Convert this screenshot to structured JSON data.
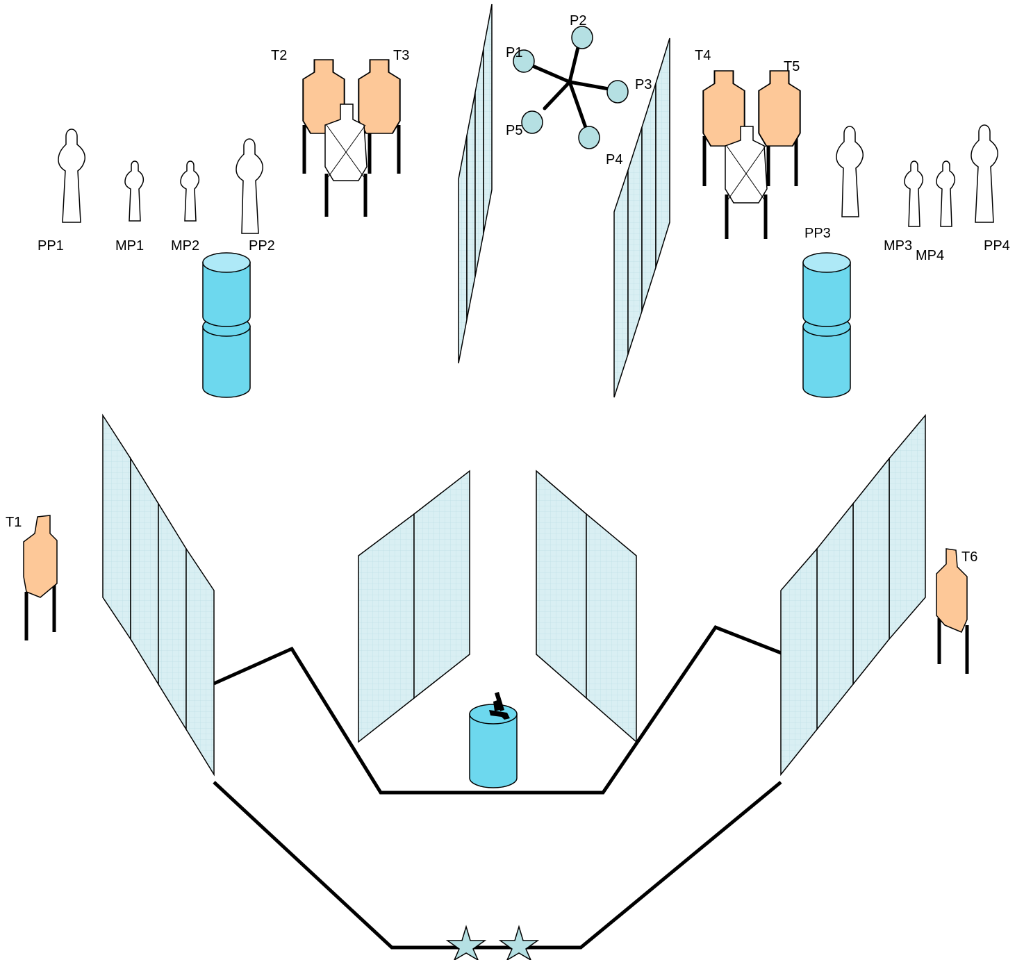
{
  "colors": {
    "steel_target": "#fdc898",
    "paper_target": "#ffffff",
    "barrel_side": "#6dd8ee",
    "barrel_top": "#aee9f7",
    "wall_fill": "#d9eff3",
    "wall_grid": "#bfe0e6",
    "plate": "#b5e0e3",
    "star": "#b5e0e3",
    "line": "#000000"
  },
  "steel_targets": [
    {
      "label": "T1"
    },
    {
      "label": "T2"
    },
    {
      "label": "T3"
    },
    {
      "label": "T4"
    },
    {
      "label": "T5"
    },
    {
      "label": "T6"
    }
  ],
  "paper_targets": [
    {
      "label": "PP1"
    },
    {
      "label": "MP1"
    },
    {
      "label": "MP2"
    },
    {
      "label": "PP2"
    },
    {
      "label": "PP3"
    },
    {
      "label": "MP3"
    },
    {
      "label": "MP4"
    },
    {
      "label": "PP4"
    }
  ],
  "plate_rack": {
    "plates": [
      {
        "label": "P1"
      },
      {
        "label": "P2"
      },
      {
        "label": "P3"
      },
      {
        "label": "P4"
      },
      {
        "label": "P5"
      }
    ]
  },
  "barrels": {
    "left": "barrel-stack-left",
    "right": "barrel-stack-right",
    "center": "barrel-gun-table"
  },
  "icons": {
    "gun": "pistol-icon",
    "start": "star-icon"
  }
}
